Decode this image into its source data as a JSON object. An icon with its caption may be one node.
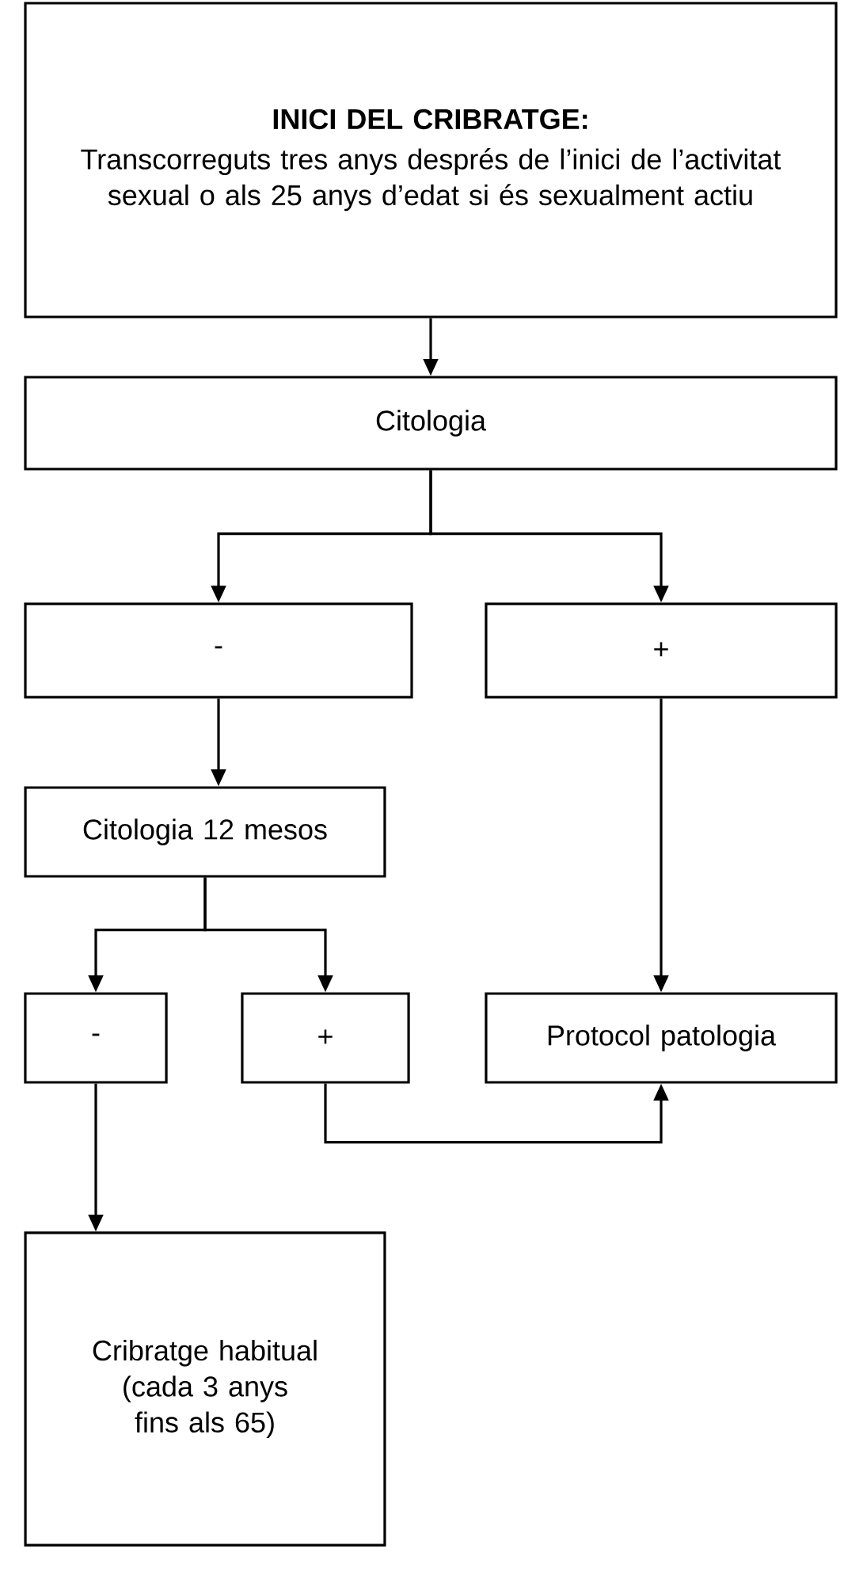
{
  "diagram": {
    "nodes": [
      {
        "text": [
          "INICI DEL CRIBRATGE:",
          "Transcorreguts tres anys després de l’inici de l’activitat sexual o als 25 anys d’edat si és sexualment actiu"
        ]
      },
      {
        "text": [
          "Citologia"
        ]
      },
      {
        "text": [
          "-"
        ]
      },
      {
        "text": [
          "+"
        ]
      },
      {
        "text": [
          "Citologia 12 mesos"
        ]
      },
      {
        "text": [
          "-"
        ]
      },
      {
        "text": [
          "+"
        ]
      },
      {
        "text": [
          "Protocol patologia"
        ]
      },
      {
        "text": [
          "Cribratge habitual (cada 3 anys fins als 65)"
        ]
      }
    ],
    "edges": [
      {
        "from": 0,
        "to": 1,
        "arrow": "to"
      },
      {
        "from": 1,
        "to": 2,
        "arrow": "to"
      },
      {
        "from": 1,
        "to": 3,
        "arrow": "to"
      },
      {
        "from": 2,
        "to": 4,
        "arrow": "to"
      },
      {
        "from": 3,
        "to": 7,
        "arrow": "to"
      },
      {
        "from": 4,
        "to": 5,
        "arrow": "to"
      },
      {
        "from": 4,
        "to": 6,
        "arrow": "to"
      },
      {
        "from": 6,
        "to": 7,
        "arrow": "to"
      },
      {
        "from": 5,
        "to": 8,
        "arrow": "to"
      }
    ]
  }
}
